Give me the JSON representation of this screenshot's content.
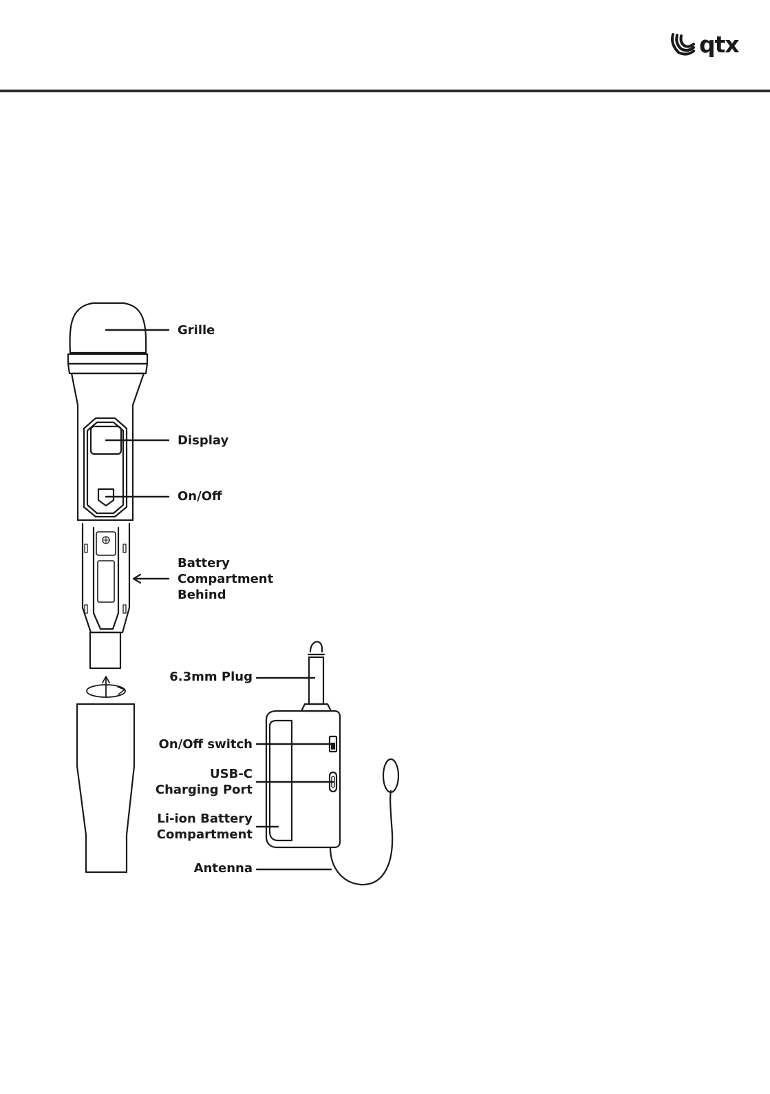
{
  "brand": {
    "logo_text": "qtx",
    "logo_icon": "wave-mark-icon"
  },
  "labels": {
    "grille": "Grille",
    "display": "Display",
    "on_off": "On/Off",
    "battery_compartment": "Battery\nCompartment\nBehind",
    "plug": "6.3mm Plug",
    "on_off_switch": "On/Off switch",
    "usb_c": "USB-C\nCharging Port",
    "li_ion": "Li-ion Battery\nCompartment",
    "antenna": "Antenna"
  },
  "colors": {
    "ink": "#1a1a1a",
    "rule": "#2a2a2a",
    "background": "#ffffff"
  }
}
